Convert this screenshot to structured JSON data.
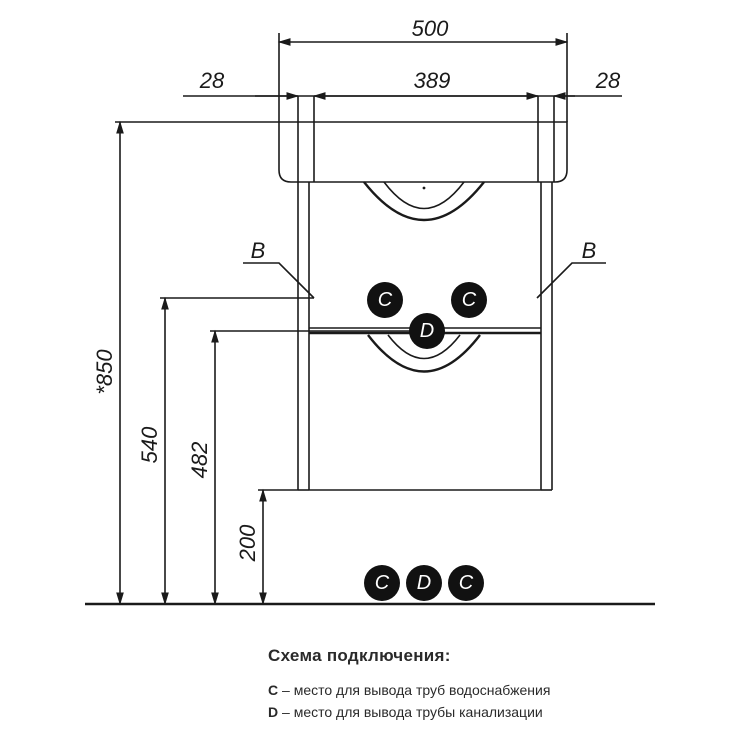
{
  "dimensions": {
    "total_width": "500",
    "inner_width": "389",
    "side_left": "28",
    "side_right": "28",
    "height_total": "*850",
    "height_c": "540",
    "height_d": "482",
    "height_legs": "200"
  },
  "callouts": {
    "b_left": "B",
    "b_right": "B"
  },
  "markers": {
    "c_upper_left": "C",
    "c_upper_right": "C",
    "d_upper": "D",
    "c_floor_left": "C",
    "d_floor": "D",
    "c_floor_right": "C"
  },
  "legend": {
    "title": "Схема подключения:",
    "items": [
      {
        "key": "C",
        "text": " – место для вывода труб водоснабжения"
      },
      {
        "key": "D",
        "text": " – место для вывода трубы канализации"
      }
    ]
  },
  "colors": {
    "line": "#1a1a1a",
    "marker_fill": "#111111",
    "marker_text": "#ffffff"
  }
}
